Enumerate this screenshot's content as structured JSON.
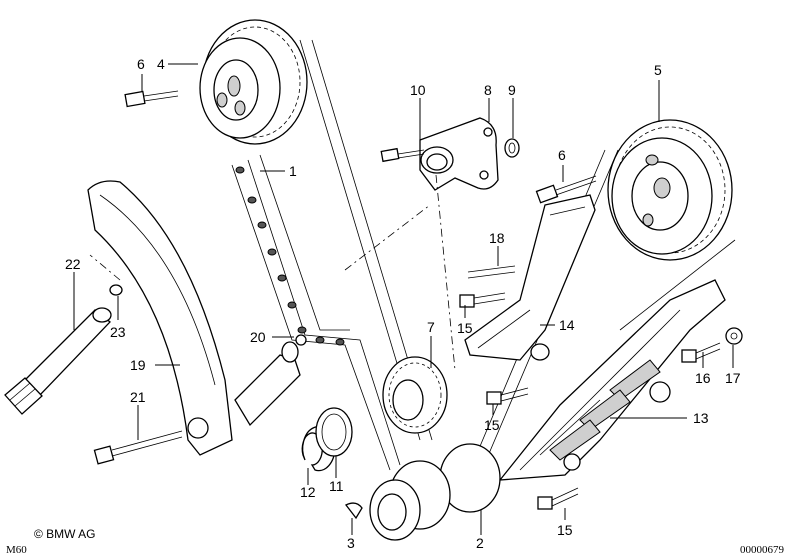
{
  "labels": {
    "l1": "1",
    "l2": "2",
    "l3": "3",
    "l4": "4",
    "l5": "5",
    "l6a": "6",
    "l6b": "6",
    "l7": "7",
    "l8": "8",
    "l9": "9",
    "l10": "10",
    "l11": "11",
    "l12": "12",
    "l13": "13",
    "l14": "14",
    "l15a": "15",
    "l15b": "15",
    "l15c": "15",
    "l16": "16",
    "l17": "17",
    "l18": "18",
    "l19": "19",
    "l20": "20",
    "l21": "21",
    "l22": "22",
    "l23": "23"
  },
  "corner": {
    "model": "M60",
    "copyright": "© BMW AG",
    "drawing_number": "00000679"
  }
}
